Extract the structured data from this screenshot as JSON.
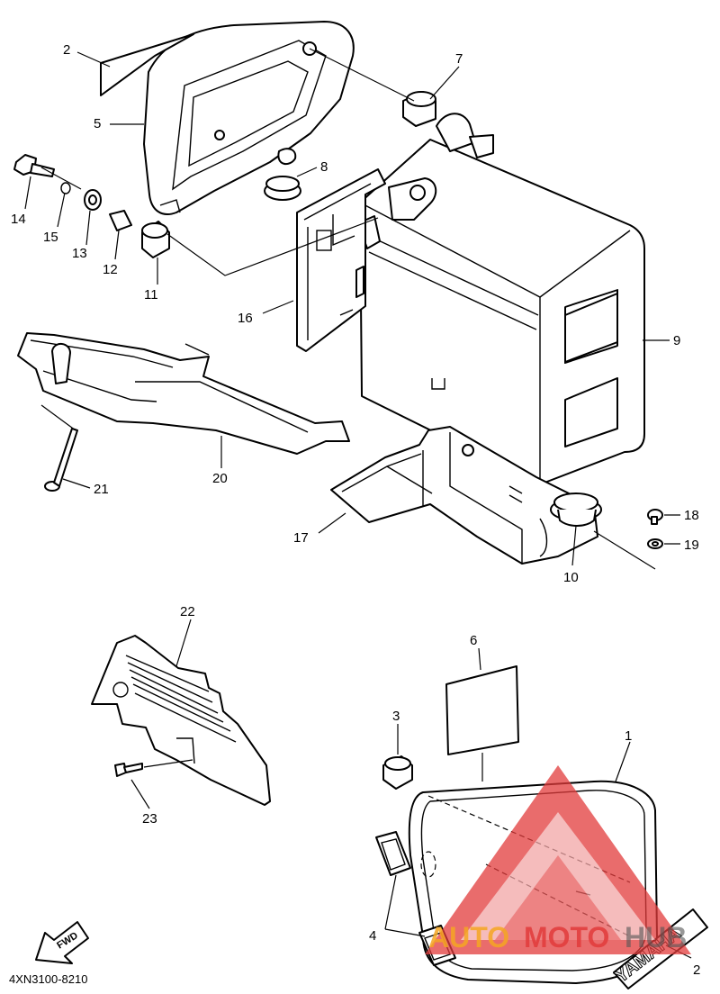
{
  "diagram": {
    "diagram_code": "4XN3100-8210",
    "fwd_label": "FWD",
    "emblem_text": "YAMAHA",
    "watermark": {
      "part1": "AUTO",
      "part2": "MOTO",
      "part3": "HUB",
      "color_red": "#e23b3b",
      "color_orange": "#f5a623"
    },
    "callouts": [
      "1",
      "2",
      "3",
      "4",
      "5",
      "6",
      "7",
      "8",
      "9",
      "10",
      "11",
      "12",
      "13",
      "14",
      "15",
      "16",
      "17",
      "18",
      "19",
      "20",
      "21",
      "22",
      "23",
      "2"
    ]
  }
}
